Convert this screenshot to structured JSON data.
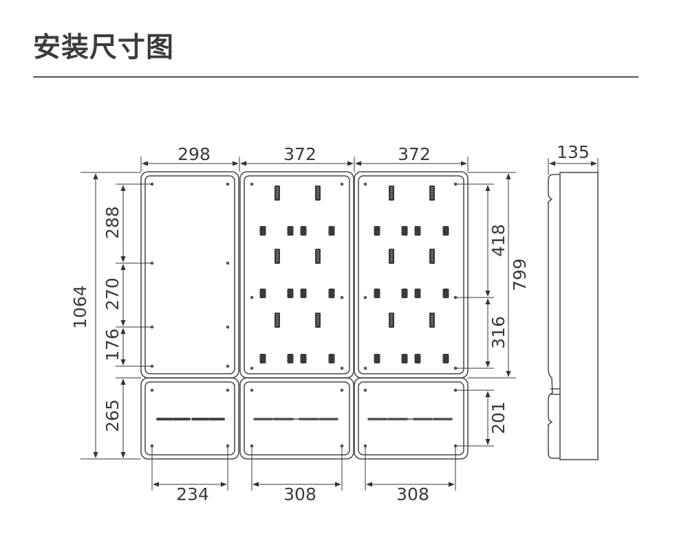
{
  "header": {
    "title": "安装尺寸图"
  },
  "dimensions": {
    "top_widths": [
      "298",
      "372",
      "372"
    ],
    "bottom_widths": [
      "234",
      "308",
      "308"
    ],
    "left_heights": [
      "288",
      "270",
      "176",
      "265"
    ],
    "total_height": "1064",
    "right_heights": [
      "418",
      "316",
      "201"
    ],
    "meter_height": "799",
    "depth": "135"
  }
}
